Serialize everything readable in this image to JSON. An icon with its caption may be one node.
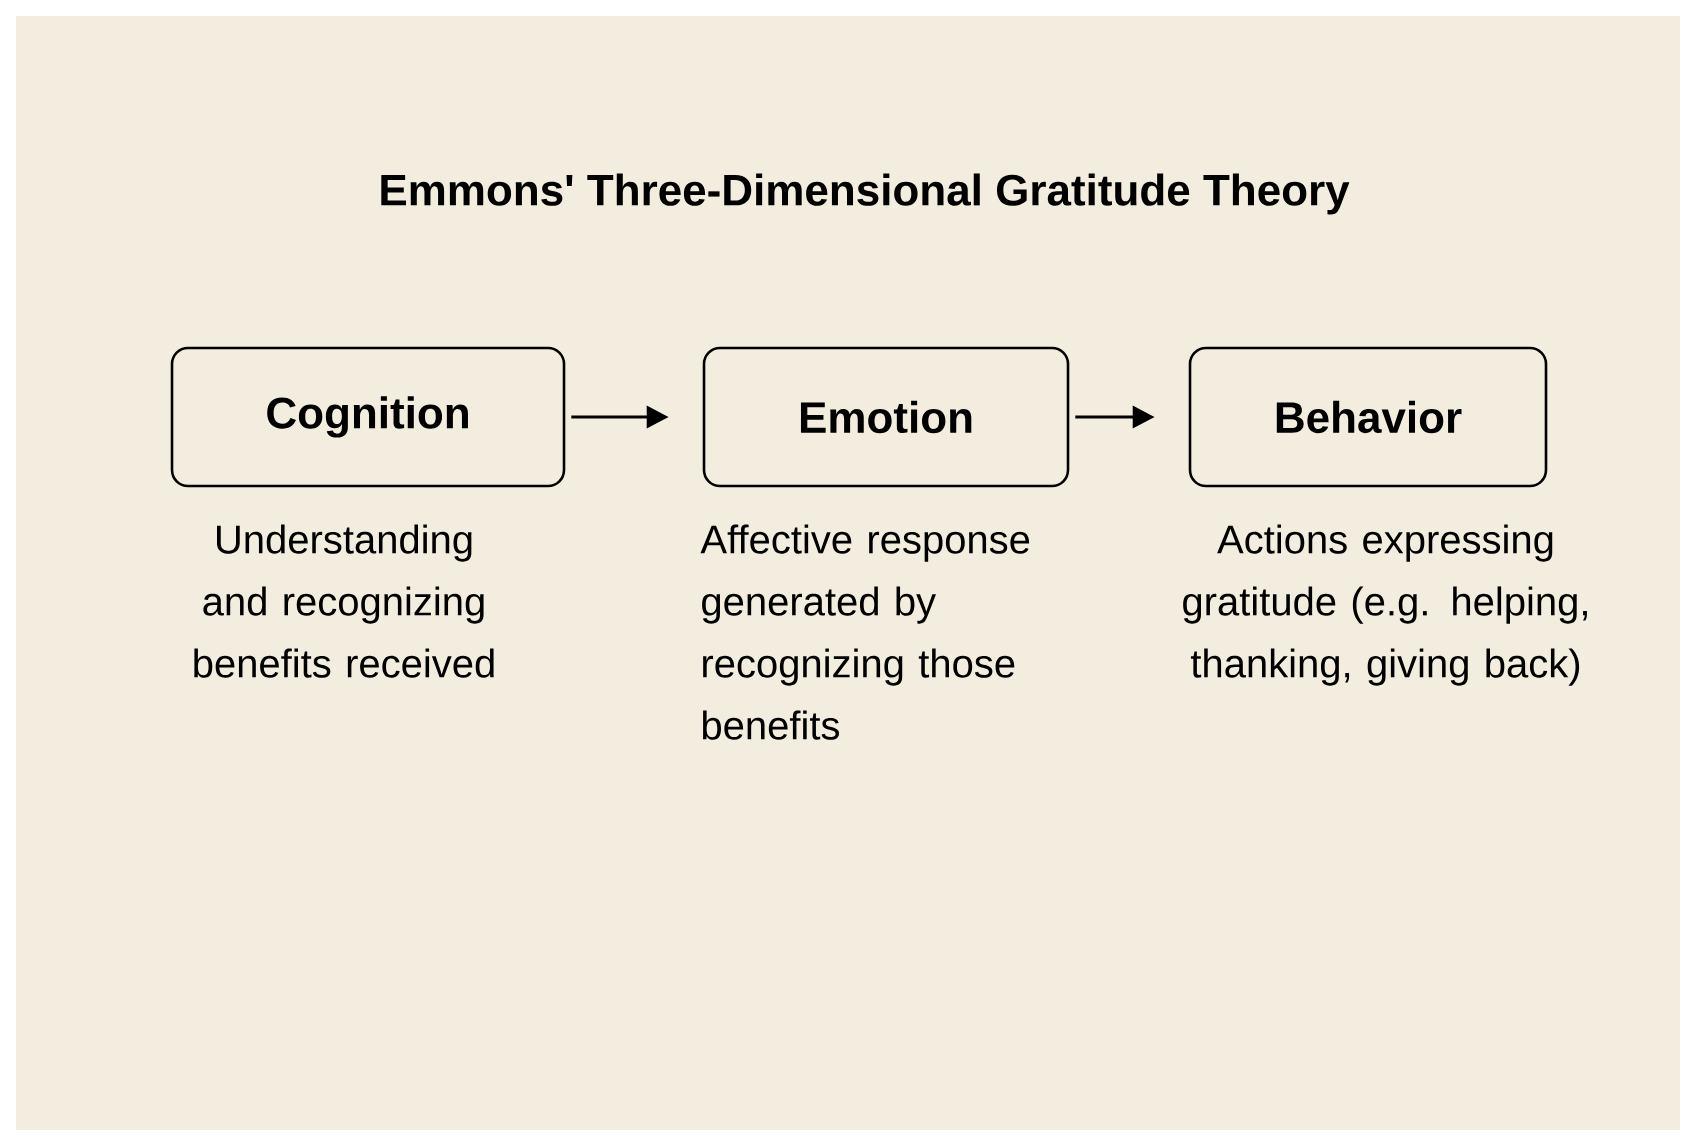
{
  "diagram": {
    "title": "Emmons' Three-Dimensional Gratitude Theory",
    "nodes": [
      {
        "text": [
          "Cognition"
        ],
        "beside": [
          "Understanding and recognizing benefits received"
        ]
      },
      {
        "text": [
          "Emotion"
        ],
        "beside": [
          "Affective response generated by recognizing those benefits"
        ]
      },
      {
        "text": [
          "Behavior"
        ],
        "beside": [
          "Actions expressing gratitude (e.g. helping, thanking, giving back)"
        ]
      }
    ],
    "edges": [
      {
        "from": 0,
        "to": 1,
        "arrow": "to"
      },
      {
        "from": 1,
        "to": 2,
        "arrow": "to"
      }
    ]
  }
}
